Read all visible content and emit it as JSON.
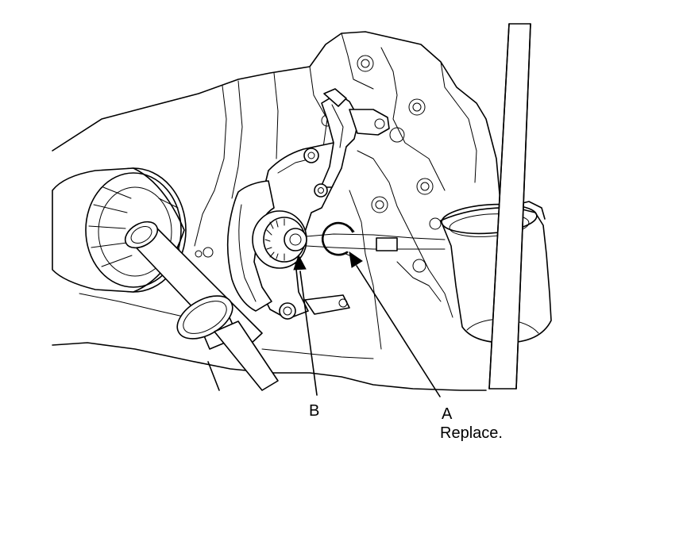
{
  "callouts": {
    "a": {
      "letter": "A",
      "note": "Replace."
    },
    "b": {
      "letter": "B"
    }
  }
}
